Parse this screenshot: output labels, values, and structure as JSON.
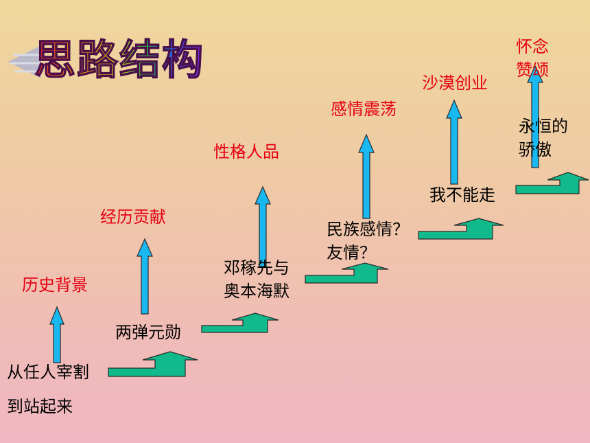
{
  "title": "思路结构",
  "colors": {
    "arrow_blue": "#19b8f0",
    "arrow_green": "#12b98a",
    "heading_red": "#e60012"
  },
  "steps": [
    {
      "event": "从任人宰割",
      "event2": "到站起来",
      "theme": "历史背景"
    },
    {
      "event": "两弹元勋",
      "theme": "经历贡献"
    },
    {
      "event": "邓稼先与",
      "event2": "奥本海默",
      "theme": "性格人品"
    },
    {
      "event": "民族感情？",
      "event2": "友情？",
      "theme": "感情震荡"
    },
    {
      "event": "我不能走",
      "theme": "沙漠创业"
    },
    {
      "event": "永恒的",
      "event2": "骄傲",
      "theme": "怀念",
      "theme2": "赞颂"
    }
  ]
}
